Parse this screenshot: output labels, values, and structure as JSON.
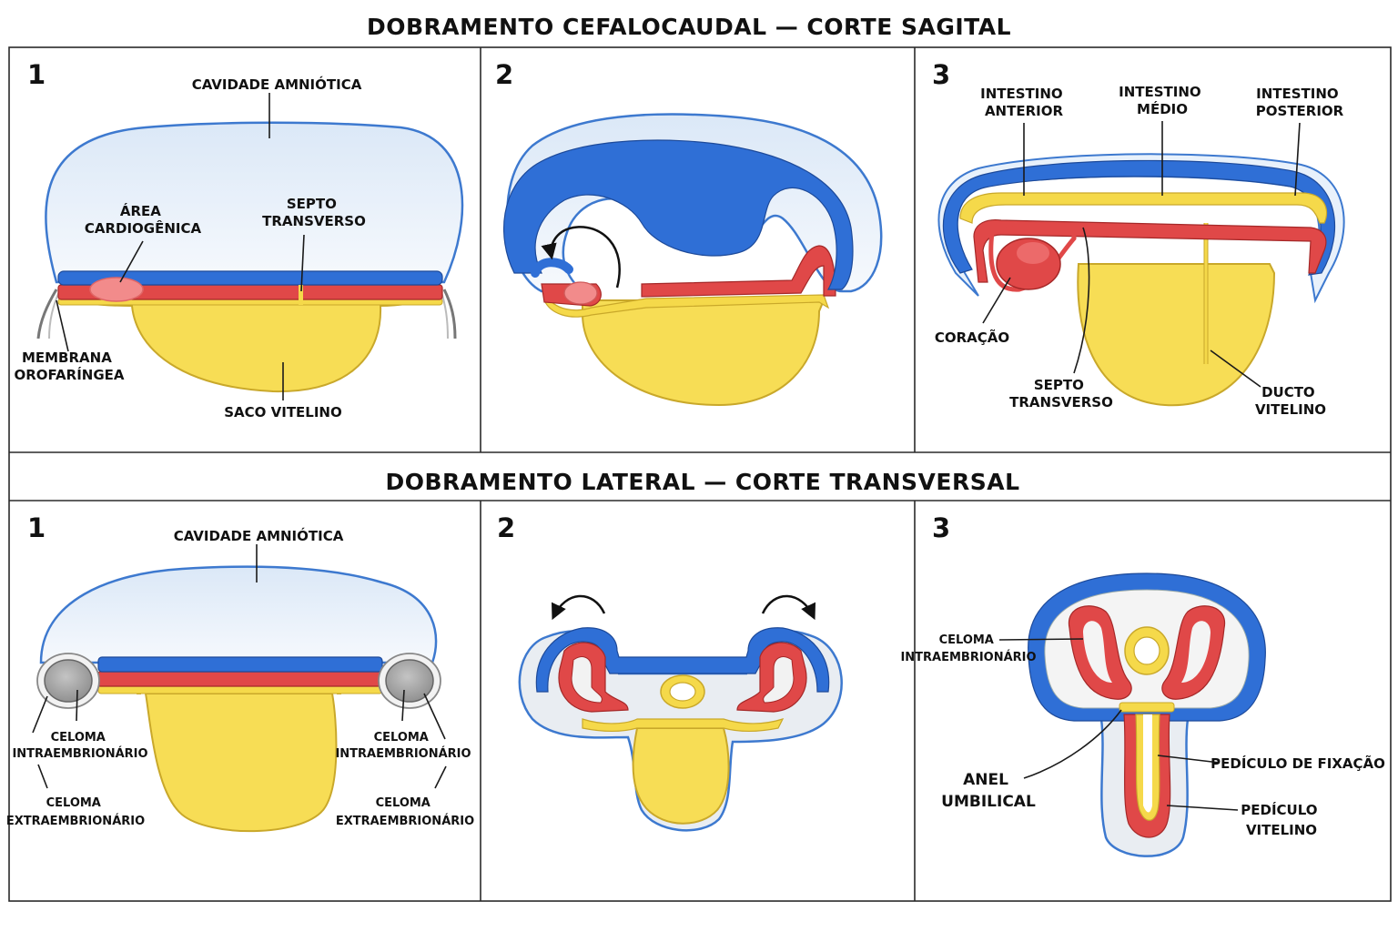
{
  "titles": {
    "top": "DOBRAMENTO CEFALOCAUDAL — CORTE SAGITAL",
    "bottom": "DOBRAMENTO LATERAL — CORTE TRANSVERSAL"
  },
  "panels": {
    "top": [
      {
        "number": "1"
      },
      {
        "number": "2"
      },
      {
        "number": "3"
      }
    ],
    "bottom": [
      {
        "number": "1"
      },
      {
        "number": "2"
      },
      {
        "number": "3"
      }
    ]
  },
  "labels": {
    "t1": {
      "amniotic_cavity": "CAVIDADE AMNIÓTICA",
      "cardiogenic_area": [
        "ÁREA",
        "CARDIOGÊNICA"
      ],
      "septum_transversum": [
        "SEPTO",
        "TRANSVERSO"
      ],
      "oropharyngeal_membrane": [
        "MEMBRANA",
        "OROFARÍNGEA"
      ],
      "yolk_sac": "SACO VITELINO"
    },
    "t3": {
      "foregut": [
        "INTESTINO",
        "ANTERIOR"
      ],
      "midgut": [
        "INTESTINO",
        "MÉDIO"
      ],
      "hindgut": [
        "INTESTINO",
        "POSTERIOR"
      ],
      "heart": "CORAÇÃO",
      "septum_transversum": [
        "SEPTO",
        "TRANSVERSO"
      ],
      "vitelline_duct": [
        "DUCTO",
        "VITELINO"
      ]
    },
    "b1": {
      "amniotic_cavity": "CAVIDADE AMNIÓTICA",
      "intraembryonic_coelom_left": [
        "CELOMA",
        "INTRAEMBRIONÁRIO"
      ],
      "intraembryonic_coelom_right": [
        "CELOMA",
        "INTRAEMBRIONÁRIO"
      ],
      "extraembryonic_coelom_left": [
        "CELOMA",
        "EXTRAEMBRIONÁRIO"
      ],
      "extraembryonic_coelom_right": [
        "CELOMA",
        "EXTRAEMBRIONÁRIO"
      ]
    },
    "b3": {
      "intraembryonic_coelom": [
        "CELOMA",
        "INTRAEMBRIONÁRIO"
      ],
      "umbilical_ring": [
        "ANEL",
        "UMBILICAL"
      ],
      "connecting_stalk": "PEDÍCULO DE FIXAÇÃO",
      "vitelline_stalk": [
        "PEDÍCULO",
        "VITELINO"
      ]
    }
  },
  "colors": {
    "ectoderm": "#2f6fd6",
    "mesoderm": "#e04848",
    "endoderm": "#f5d94a",
    "yolk": "#f7dd55",
    "amnion_fill": "#e6f0fa",
    "amnion_line": "#3d79cf",
    "coelom_grey": "#a9a9a9"
  }
}
